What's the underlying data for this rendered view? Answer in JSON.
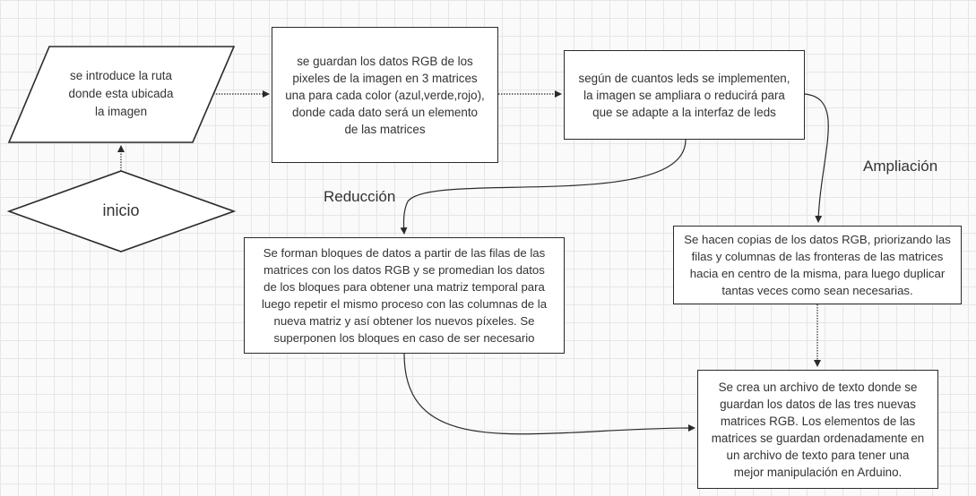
{
  "nodes": {
    "start": "inicio",
    "input": "se introduce la ruta\ndonde esta ubicada\nla imagen",
    "store_rgb": "se guardan los datos RGB de los\npixeles de la imagen en 3 matrices\nuna para cada color (azul,verde,rojo),\ndonde cada dato será un elemento\nde las matrices",
    "scale": "según de cuantos leds se implementen,\nla imagen se ampliara o reducirá para\nque se adapte a la interfaz de leds",
    "reduction": "Se forman bloques de datos a partir de las filas de las\nmatrices con los datos RGB y se promedian los datos\nde los bloques para obtener una matriz temporal para\nluego repetir el mismo proceso con las columnas de la\nnueva matriz y así obtener los nuevos píxeles. Se\nsuperponen los bloques en caso de ser necesario",
    "expansion": "Se hacen copias de los datos RGB, priorizando las\nfilas y columnas de las fronteras de las matrices\nhacia en centro de la misma, para luego duplicar\ntantas veces como sean necesarias.",
    "output_file": "Se crea un archivo de texto donde se\nguardan los datos de las tres nuevas\nmatrices RGB. Los elementos de las\nmatrices se guardan ordenadamente en\nun archivo de texto para tener una\nmejor manipulación en Arduino."
  },
  "edge_labels": {
    "reduction": "Reducción",
    "expansion": "Ampliación"
  },
  "colors": {
    "background": "#fafafa",
    "grid": "#e6e6e6",
    "stroke": "#2a2a2a",
    "text": "#333333"
  }
}
